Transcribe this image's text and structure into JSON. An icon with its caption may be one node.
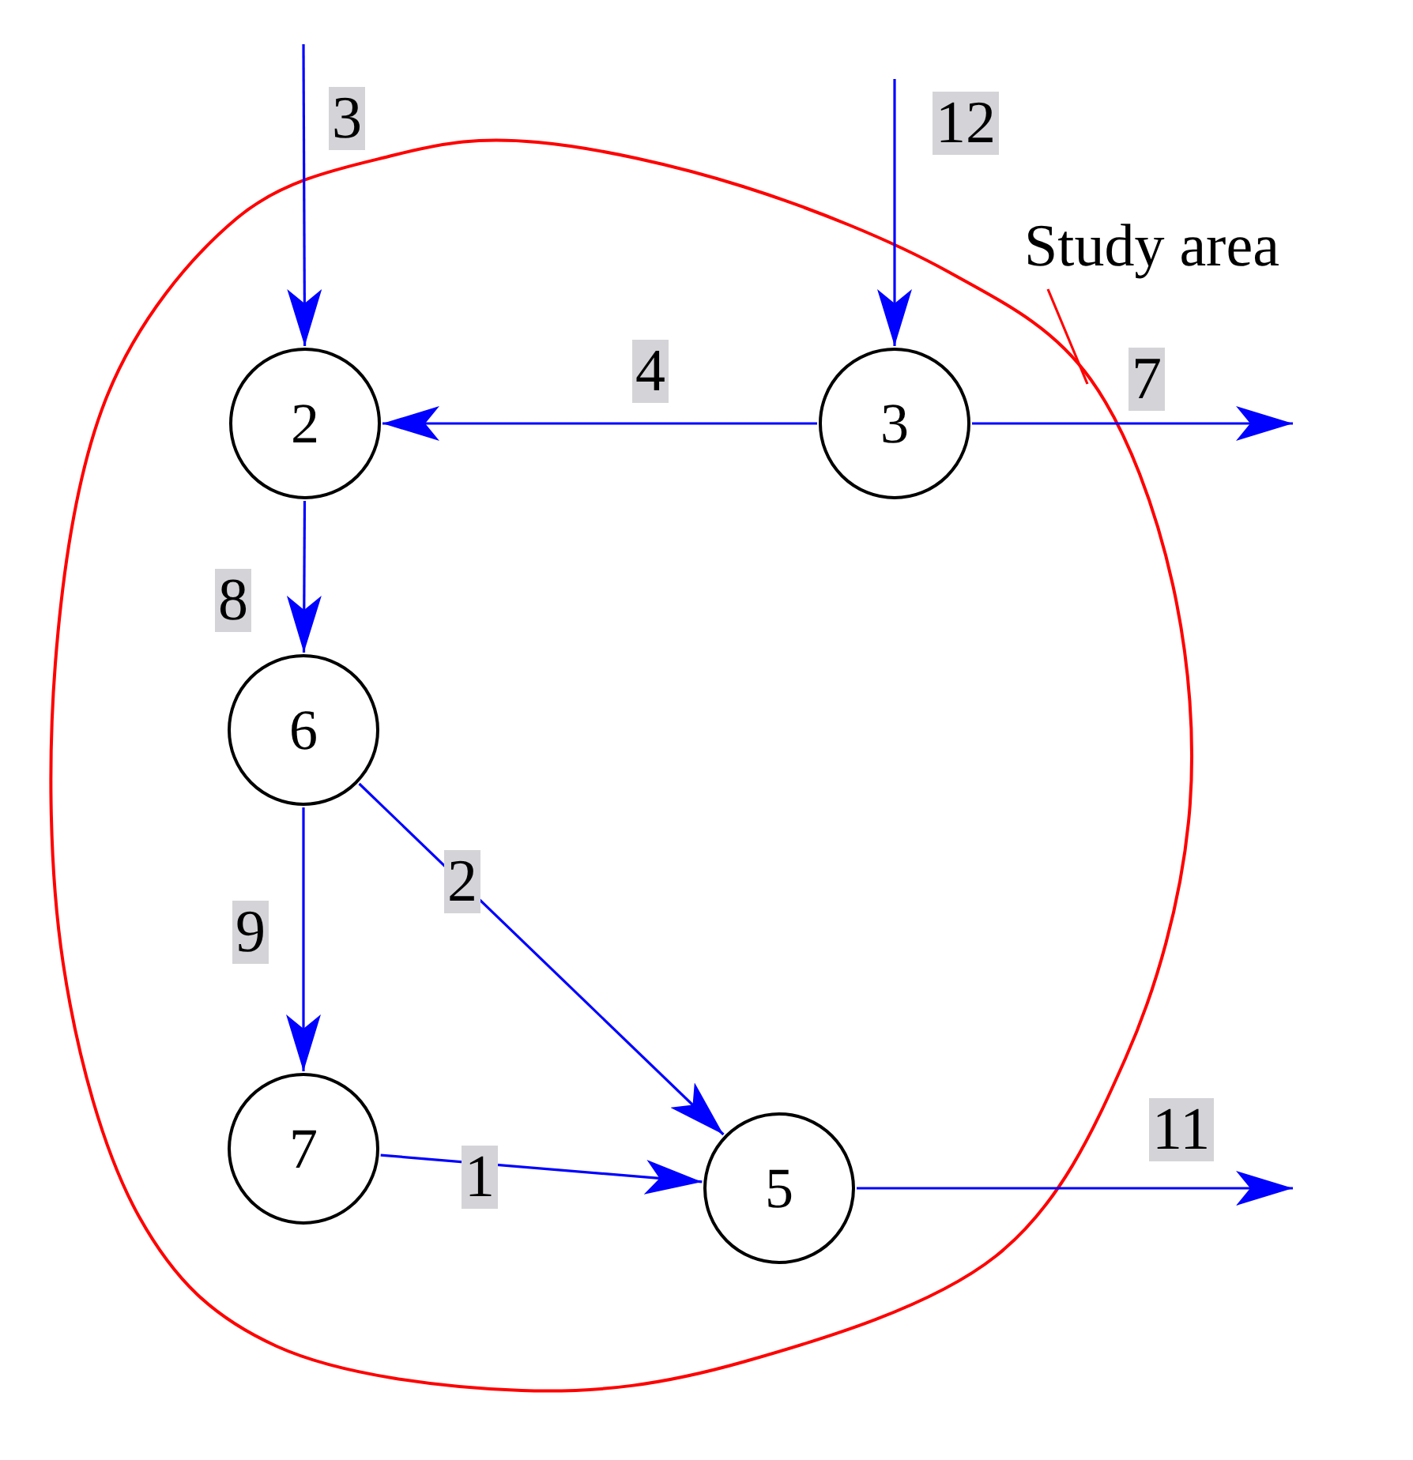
{
  "diagram": {
    "nodes": [
      {
        "text": [],
        "shape": "cloud"
      },
      {
        "text": [
          "2"
        ],
        "in": 0
      },
      {
        "text": [
          "3"
        ],
        "in": 0
      },
      {
        "text": [
          "6"
        ],
        "in": 0
      },
      {
        "text": [
          "7"
        ],
        "in": 0
      },
      {
        "text": [
          "5"
        ],
        "in": 0
      },
      {
        "text": [
          "Study area"
        ]
      }
    ],
    "edges": [
      {
        "from": null,
        "to": 1,
        "arrow": "to",
        "label": "3"
      },
      {
        "from": null,
        "to": 2,
        "arrow": "to",
        "label": "12"
      },
      {
        "from": 2,
        "to": 1,
        "arrow": "to",
        "label": "4"
      },
      {
        "from": 2,
        "to": null,
        "arrow": "to",
        "label": "7"
      },
      {
        "from": 1,
        "to": 3,
        "arrow": "to",
        "label": "8"
      },
      {
        "from": 3,
        "to": 4,
        "arrow": "to",
        "label": "9"
      },
      {
        "from": 3,
        "to": 5,
        "arrow": "to",
        "label": "2"
      },
      {
        "from": 4,
        "to": 5,
        "arrow": "to",
        "label": "1"
      },
      {
        "from": 5,
        "to": null,
        "arrow": "to",
        "label": "11"
      },
      {
        "from": 6,
        "to": 0,
        "arrow": "none",
        "color": "#ff0000"
      }
    ]
  }
}
